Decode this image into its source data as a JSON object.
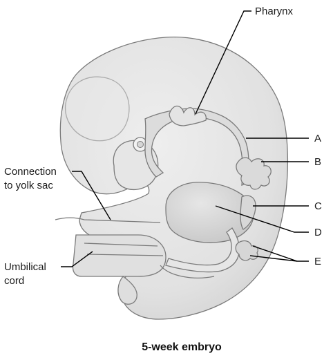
{
  "caption": "5-week embryo",
  "labels": {
    "pharynx": "Pharynx",
    "a": "A",
    "b": "B",
    "c": "C",
    "d": "D",
    "e": "E",
    "yolk_line1": "Connection",
    "yolk_line2": "to yolk sac",
    "umbilical_line1": "Umbilical",
    "umbilical_line2": "cord"
  },
  "colors": {
    "body_fill": "#e4e4e4",
    "organ_fill": "#d2d2d2",
    "tube_fill": "#efefef",
    "outline": "#7a7a7a",
    "leader": "#000000"
  }
}
